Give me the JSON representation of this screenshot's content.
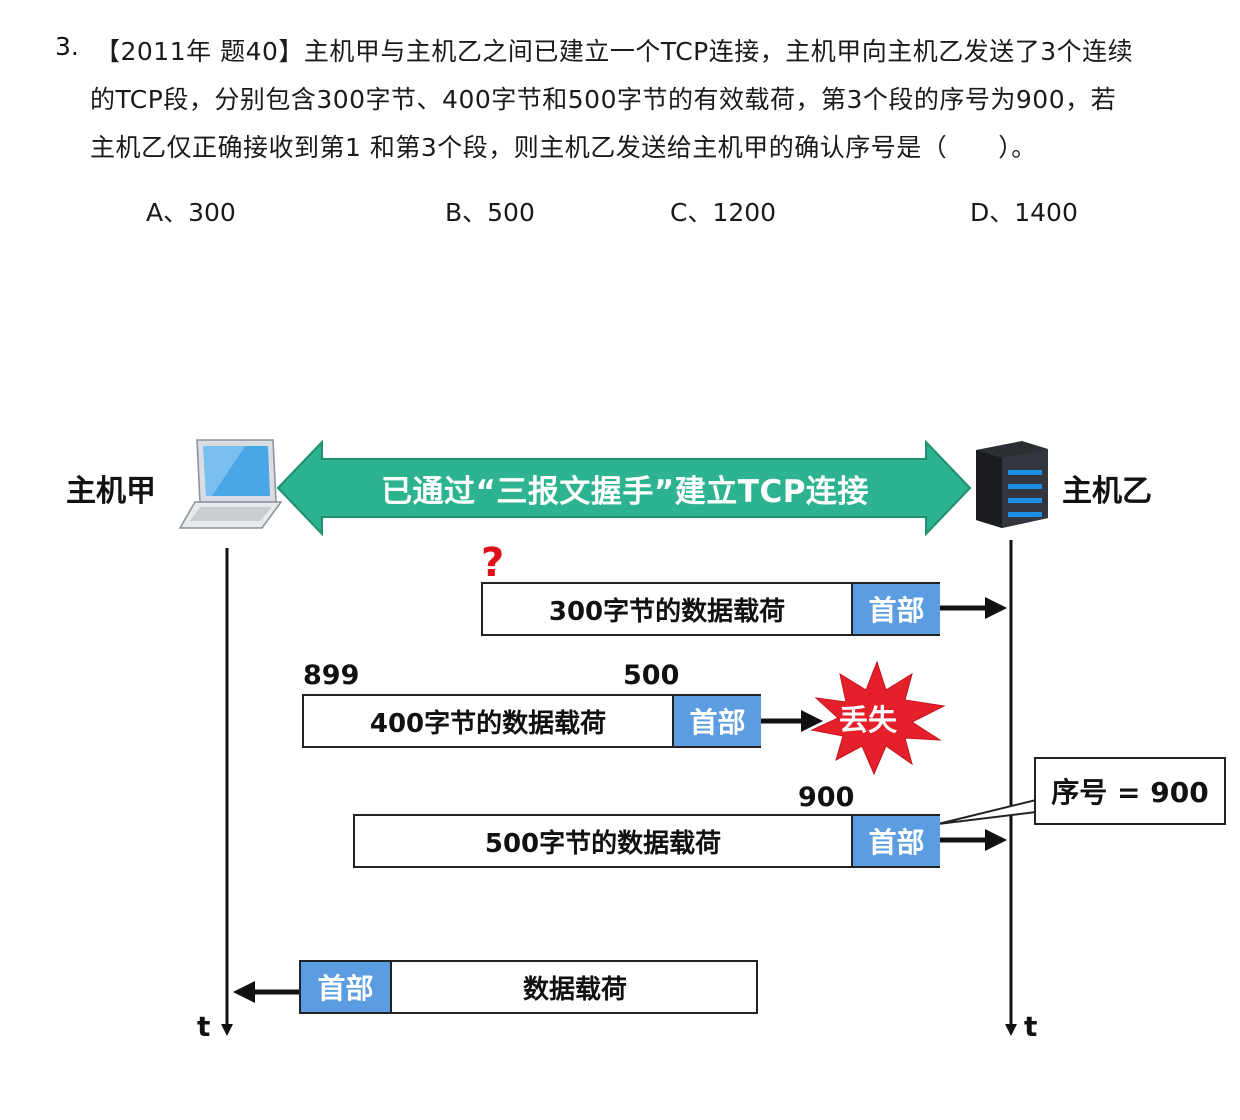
{
  "question": {
    "number": "3.",
    "line1": "【2011年 题40】主机甲与主机乙之间已建立一个TCP连接，主机甲向主机乙发送了3个连续",
    "line2": "的TCP段，分别包含300字节、400字节和500字节的有效载荷，第3个段的序号为900，若",
    "line3": "主机乙仅正确接收到第1 和第3个段，则主机乙发送给主机甲的确认序号是（　　）。",
    "options": [
      "A、300",
      "B、500",
      "C、1200",
      "D、1400"
    ]
  },
  "diagram": {
    "host_a": "主机甲",
    "host_b": "主机乙",
    "banner": "已通过“三报文握手”建立TCP连接",
    "question_mark": "?",
    "segments": [
      {
        "payload": "300字节的数据载荷",
        "header": "首部"
      },
      {
        "payload": "400字节的数据载荷",
        "header": "首部",
        "left_label": "899",
        "right_label": "500"
      },
      {
        "payload": "500字节的数据载荷",
        "header": "首部",
        "right_label": "900"
      }
    ],
    "lost_label": "丢失",
    "seq_callout": "序号 = 900",
    "reply": {
      "header": "首部",
      "payload": "数据载荷"
    },
    "time_label": "t",
    "colors": {
      "banner": "#2db38f",
      "header": "#5b9de0",
      "burst": "#e5202b"
    }
  }
}
